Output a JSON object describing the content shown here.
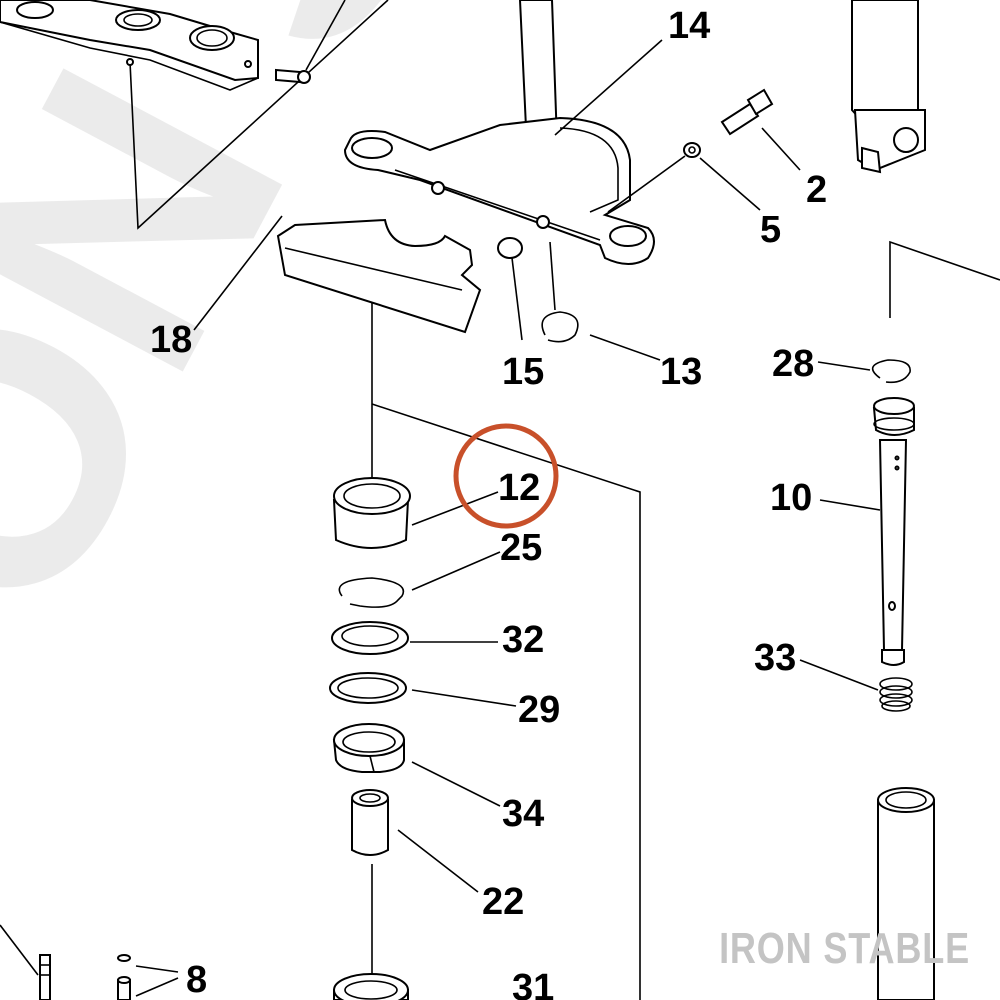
{
  "watermark": {
    "side_text": "ON STAB",
    "brand_text": "IRON STABLE"
  },
  "highlight": {
    "part_number": "12",
    "color": "#c8502a"
  },
  "callouts": [
    "14",
    "2",
    "5",
    "18",
    "15",
    "13",
    "28",
    "10",
    "12",
    "25",
    "32",
    "29",
    "33",
    "34",
    "22",
    "8",
    "31"
  ]
}
